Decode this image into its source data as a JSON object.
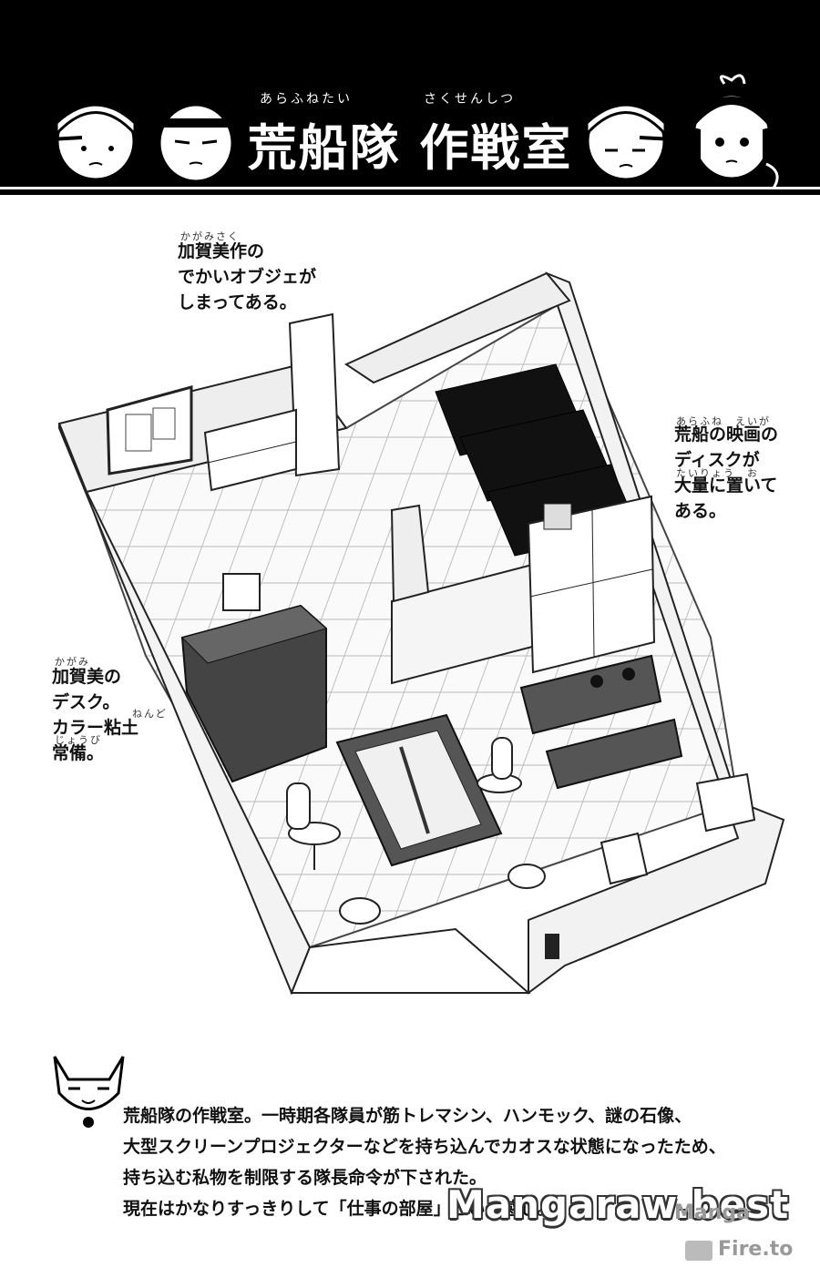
{
  "header": {
    "title": "荒船隊 作戦室",
    "title_ruby_left": "あらふねたい",
    "title_ruby_right": "さくせんしつ"
  },
  "notes": {
    "kagami_object": {
      "ruby": "かがみさく",
      "lines": [
        "加賀美作の",
        "でかいオブジェが",
        "しまってある。"
      ]
    },
    "discs": {
      "ruby1": "あらふね　えいが",
      "lines": [
        "荒船の映画の",
        "ディスクが",
        "大量に置いて",
        "ある。"
      ],
      "ruby2": "たいりょう　お"
    },
    "kagami_desk": {
      "ruby1": "かがみ",
      "lines": [
        "加賀美の",
        "デスク。",
        "カラー粘土",
        "常備。"
      ],
      "ruby2": "ねんど",
      "ruby3": "じょうび"
    }
  },
  "caption": {
    "lines": [
      "荒船隊の作戦室。一時期各隊員が筋トレマシン、ハンモック、謎の石像、",
      "大型スクリーンプロジェクターなどを持ち込んでカオスな状態になったため、",
      "持ち込む私物を制限する隊長命令が下された。",
      "現在はかなりすっきりして「仕事の部屋」という感じ。"
    ]
  },
  "watermark": {
    "text": "Mangaraw.best",
    "site_line1": "Manga",
    "site_line2": "Fire.to"
  }
}
